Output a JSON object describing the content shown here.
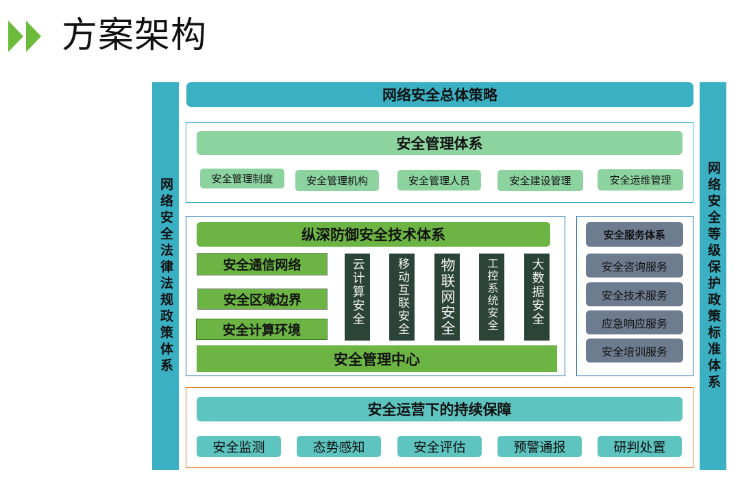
{
  "page": {
    "title": "方案架构",
    "title_icon": "double-play-arrow-icon"
  },
  "colors": {
    "teal": "#3BB0C3",
    "mint": "#8DD3A0",
    "green": "#6CB443",
    "dark": "#2B4437",
    "slate": "#6E7C90",
    "aqua": "#5EC4C0",
    "orange": "#E07B22",
    "blue": "#1F6FB2",
    "arrow": "#6DBB3A"
  },
  "left_pillar": "网络安全法律法规政策体系",
  "right_pillar": "网络安全等级保护政策标准体系",
  "top_strategy": "网络安全总体策略",
  "management": {
    "title": "安全管理体系",
    "items": [
      "安全管理制度",
      "安全管理机构",
      "安全管理人员",
      "安全建设管理",
      "安全运维管理"
    ]
  },
  "technology": {
    "title": "纵深防御安全技术体系",
    "layers": [
      "安全通信网络",
      "安全区域边界",
      "安全计算环境"
    ],
    "columns": [
      "云计算安全",
      "移动互联安全",
      "物联网安全",
      "工控系统安全",
      "大数据安全"
    ],
    "center": "安全管理中心"
  },
  "services": {
    "title": "安全服务体系",
    "items": [
      "安全咨询服务",
      "安全技术服务",
      "应急响应服务",
      "安全培训服务"
    ]
  },
  "operations": {
    "title": "安全运营下的持续保障",
    "items": [
      "安全监测",
      "态势感知",
      "安全评估",
      "预警通报",
      "研判处置"
    ]
  }
}
